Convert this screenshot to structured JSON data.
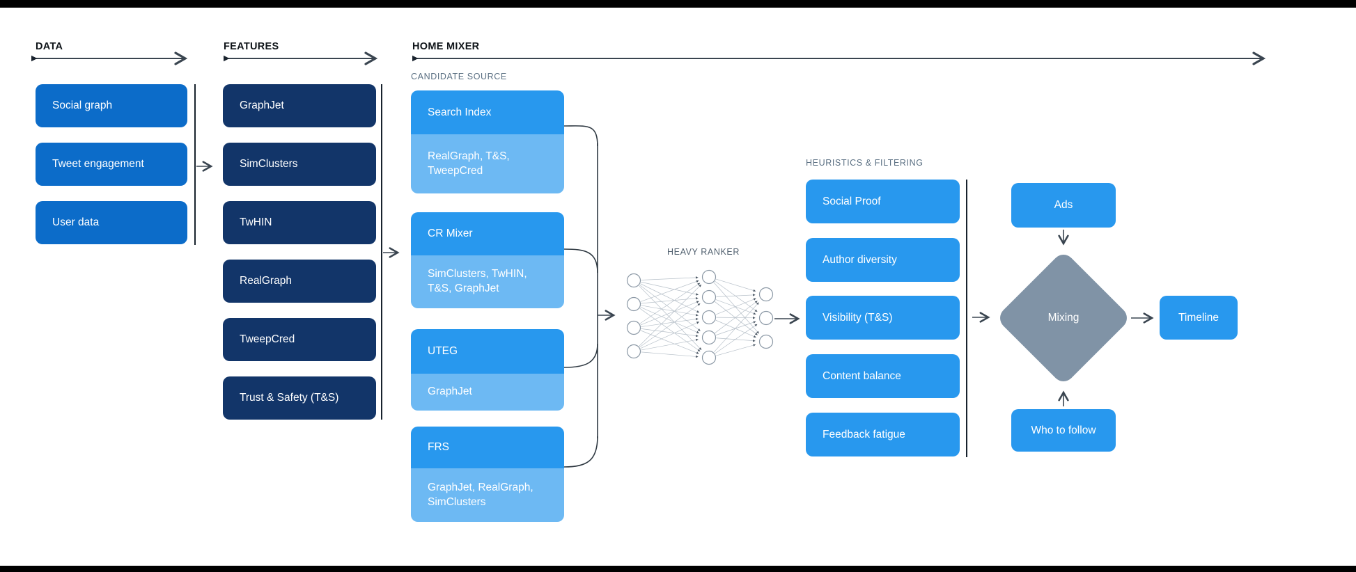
{
  "colors": {
    "bright": "#2898ee",
    "light": "#6db9f3",
    "data-blue": "#0c6cc9",
    "navy": "#123569",
    "diamond": "#8093a6"
  },
  "data_col": {
    "label": "DATA",
    "items": [
      "Social graph",
      "Tweet engagement",
      "User data"
    ]
  },
  "features_col": {
    "label": "FEATURES",
    "items": [
      "GraphJet",
      "SimClusters",
      "TwHIN",
      "RealGraph",
      "TweepCred",
      "Trust & Safety (T&S)"
    ]
  },
  "home_mixer": {
    "label": "HOME MIXER",
    "candidate_source": {
      "label": "CANDIDATE SOURCE",
      "items": [
        {
          "name": "Search Index",
          "sub": "RealGraph, T&S, TweepCred"
        },
        {
          "name": "CR Mixer",
          "sub": "SimClusters, TwHIN, T&S, GraphJet"
        },
        {
          "name": "UTEG",
          "sub": "GraphJet"
        },
        {
          "name": "FRS",
          "sub": "GraphJet, RealGraph, SimClusters"
        }
      ]
    },
    "heavy_ranker": {
      "label": "HEAVY RANKER",
      "layers": [
        4,
        5,
        3
      ]
    },
    "heuristics": {
      "label": "HEURISTICS & FILTERING",
      "items": [
        "Social Proof",
        "Author diversity",
        "Visibility (T&S)",
        "Content balance",
        "Feedback fatigue"
      ]
    },
    "ads_label": "Ads",
    "mixing_label": "Mixing",
    "who_to_follow_label": "Who to follow",
    "timeline_label": "Timeline"
  }
}
